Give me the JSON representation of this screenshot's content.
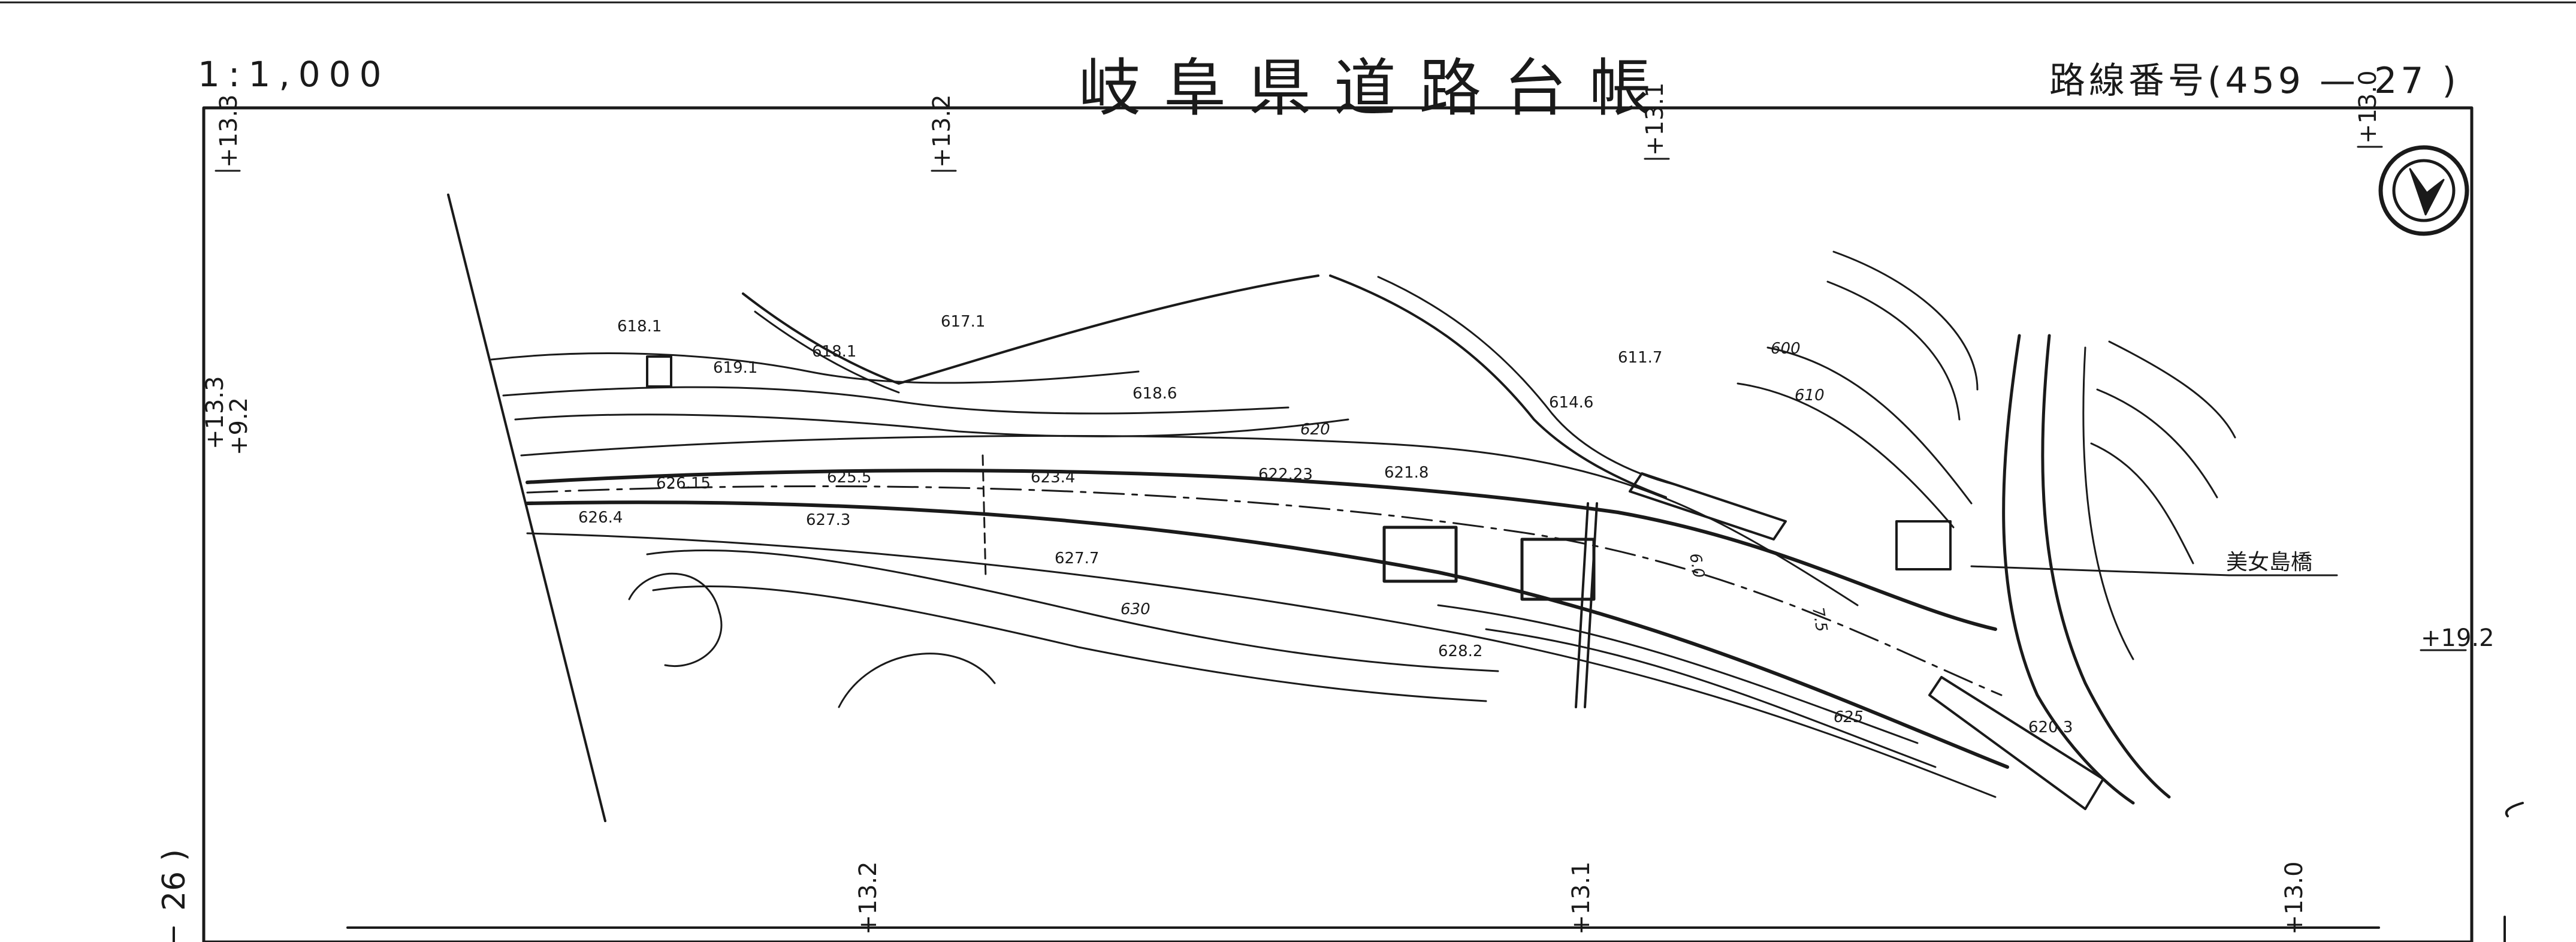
{
  "header": {
    "scale": "1:1,000",
    "title": "岐阜県道路台帳",
    "route_number": "路線番号(459 — 27 )"
  },
  "side_labels": {
    "left_bottom": "26 )"
  },
  "chainage": {
    "top": [
      "+13.3",
      "+13.2",
      "+13.1",
      "+13.0"
    ],
    "bottom": [
      "+13.2",
      "+13.1",
      "+13.0"
    ],
    "left": [
      "+13.3",
      "+9.2"
    ],
    "right": "+19.2"
  },
  "bridge_label": "美女島橋",
  "elevations": [
    "618.1",
    "617.1",
    "618.1",
    "619.1",
    "618.6",
    "611.7",
    "614.6",
    "626.15",
    "625.5",
    "623.4",
    "622.23",
    "621.8",
    "626.4",
    "627.3",
    "627.7",
    "628.2",
    "620.3"
  ],
  "contours": [
    "600",
    "610",
    "620",
    "630",
    "625",
    "6.0",
    "7.5"
  ],
  "symbols": {
    "north_arrow": "north-arrow-icon"
  },
  "colors": {
    "ink": "#1a1a1a",
    "paper": "#ffffff"
  }
}
